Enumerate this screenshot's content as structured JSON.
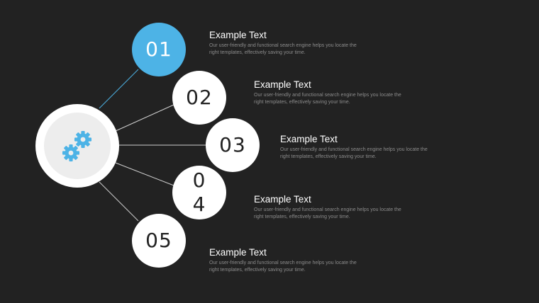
{
  "colors": {
    "background": "#222222",
    "accent": "#4db3e6",
    "circle": "#ffffff",
    "hub_inner": "#ededed",
    "line": "#cfcfcf"
  },
  "hub": {
    "icon": "gears-icon"
  },
  "steps": [
    {
      "number": "01",
      "title": "Example Text",
      "desc_line1": "Our user-friendly and functional search engine helps you locate the",
      "desc_line2": "right templates, effectively saving your time.",
      "active": true
    },
    {
      "number": "02",
      "title": "Example Text",
      "desc_line1": "Our user-friendly and functional search engine helps you locate the",
      "desc_line2": "right templates, effectively saving your time.",
      "active": false
    },
    {
      "number": "03",
      "title": "Example Text",
      "desc_line1": "Our user-friendly and functional search engine helps you locate the",
      "desc_line2": "right templates, effectively saving your time.",
      "active": false
    },
    {
      "number": "04",
      "title": "Example Text",
      "desc_line1": "Our user-friendly and functional search engine helps you locate the",
      "desc_line2": "right templates, effectively saving your time.",
      "active": false
    },
    {
      "number": "05",
      "title": "Example Text",
      "desc_line1": "Our user-friendly and functional search engine helps you locate the",
      "desc_line2": "right templates, effectively saving your time.",
      "active": false
    }
  ]
}
